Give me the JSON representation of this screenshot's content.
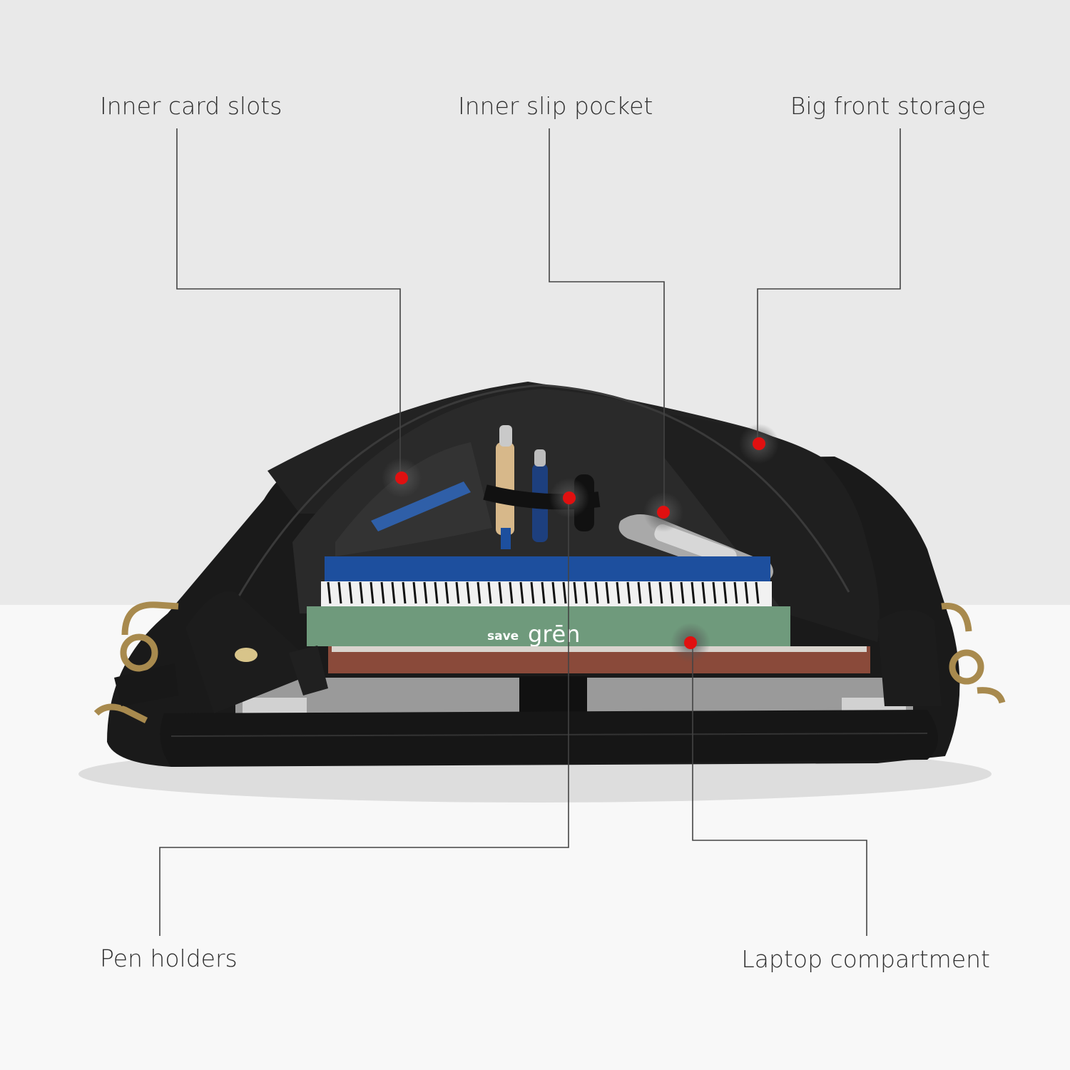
{
  "callouts": {
    "inner_card_slots": "Inner card slots",
    "inner_slip_pocket": "Inner slip pocket",
    "big_front_storage": "Big front storage",
    "pen_holders": "Pen holders",
    "laptop_compartment": "Laptop compartment"
  },
  "notebook_brand": {
    "word1": "save",
    "word2": "grēn"
  },
  "colors": {
    "leader_line": "#444444",
    "marker_dot": "#e01010",
    "bag_leather": "#151515",
    "notebook_blue": "#1d4f9e",
    "notebook_green": "#6f9a7c",
    "notebook_red": "#8a4a3a",
    "laptop_silver": "#bcbcbc",
    "hardware_brass": "#a88a4e"
  }
}
